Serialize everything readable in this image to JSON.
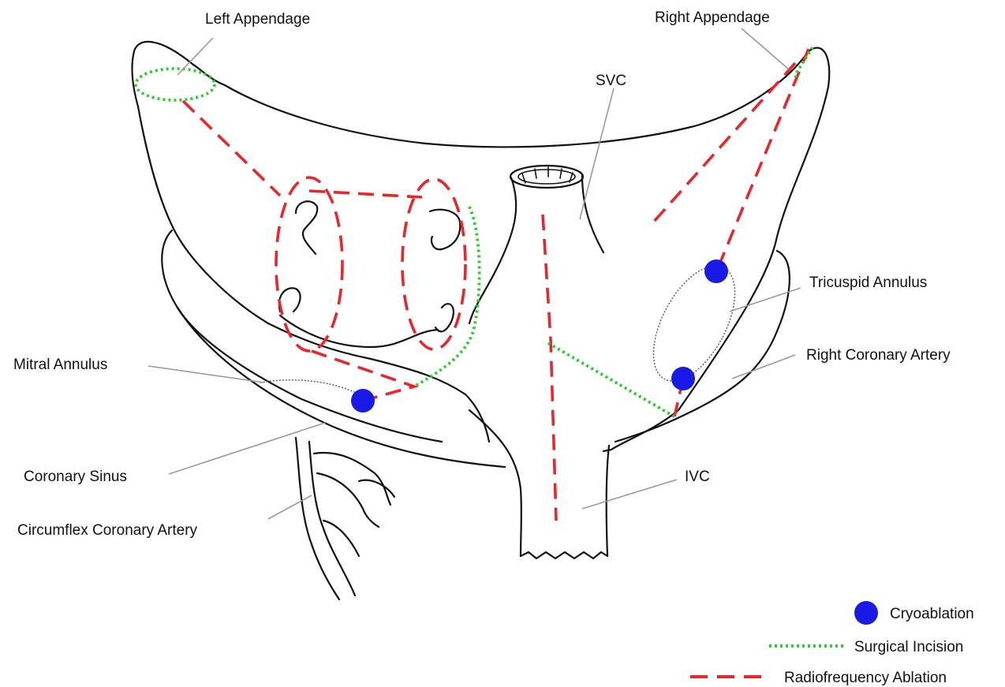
{
  "labels": {
    "left_appendage": "Left Appendage",
    "right_appendage": "Right Appendage",
    "svc": "SVC",
    "tricuspid_annulus": "Tricuspid Annulus",
    "right_coronary_artery": "Right Coronary Artery",
    "mitral_annulus": "Mitral Annulus",
    "coronary_sinus": "Coronary Sinus",
    "circumflex_coronary_artery": "Circumflex Coronary Artery",
    "ivc": "IVC"
  },
  "legend": {
    "cryoablation": "Cryoablation",
    "surgical_incision": "Surgical Incision",
    "radiofrequency_ablation": "Radiofrequency Ablation"
  },
  "colors": {
    "cryoablation": "#1a1ae6",
    "surgical_incision": "#2ecc2e",
    "radiofrequency_ablation": "#e8262b",
    "outline": "#111111",
    "leader": "#9a9a9a"
  }
}
